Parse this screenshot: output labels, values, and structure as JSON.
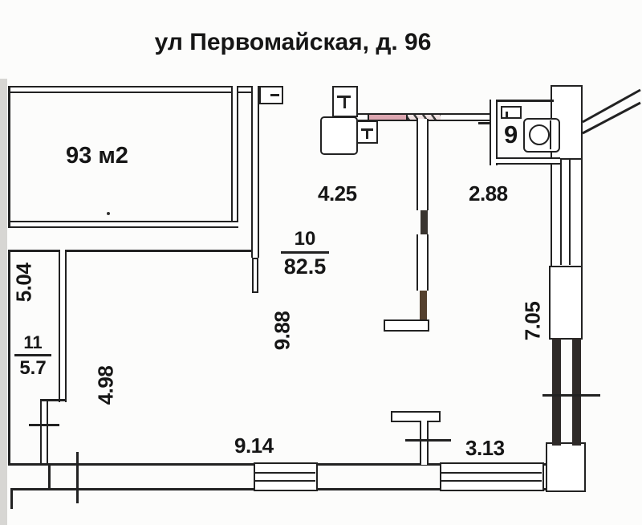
{
  "header": {
    "title": "ул Первомайская, д. 96"
  },
  "plan": {
    "area_label": "93 м2",
    "rooms": {
      "room10": {
        "number": "10",
        "area": "82.5"
      },
      "room11": {
        "number": "11",
        "area": "5.7"
      },
      "room9": {
        "number": "9"
      }
    },
    "dims": {
      "kitchen_width": "4.25",
      "hall_width": "2.88",
      "left_upper": "5.04",
      "left_lower": "4.98",
      "room_height": "9.88",
      "right_height": "7.05",
      "bottom_main": "9.14",
      "bottom_right": "3.13"
    },
    "colors": {
      "line": "#222222",
      "wall_fill": "#ffffff",
      "hatch_pink": "#dca6b0",
      "scan_edge_grey": "#d7d6d3",
      "background": "#fcfcfb"
    }
  }
}
